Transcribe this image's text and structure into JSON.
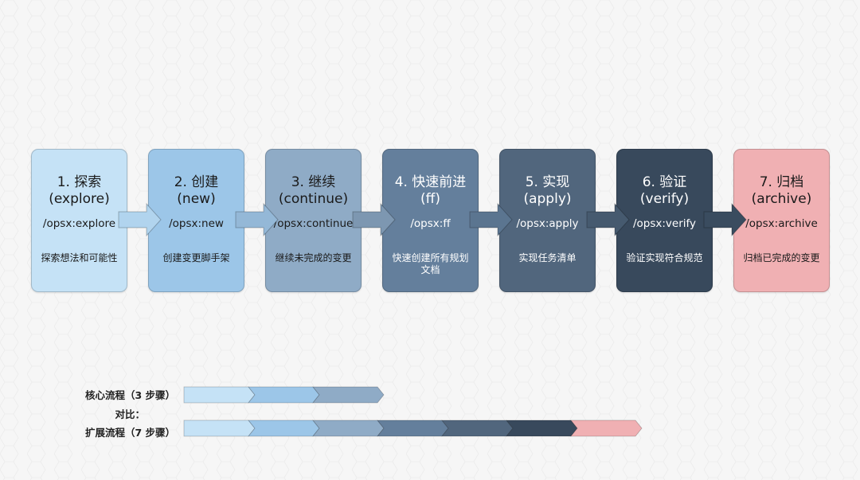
{
  "colors": {
    "background": "#f6f6f6",
    "grid_line": "#ececec"
  },
  "steps": [
    {
      "title": "1. 探索\n(explore)",
      "command": "/opsx:explore",
      "description": "探索想法和可能性",
      "fill": "#c5e2f6",
      "text_color": "#1a1a1a"
    },
    {
      "title": "2. 创建\n(new)",
      "command": "/opsx:new",
      "description": "创建变更脚手架",
      "fill": "#9cc6e8",
      "text_color": "#1a1a1a"
    },
    {
      "title": "3. 继续\n(continue)",
      "command": "/opsx:continue",
      "description": "继续未完成的变更",
      "fill": "#8fabc6",
      "text_color": "#1a1a1a"
    },
    {
      "title": "4. 快速前进\n(ff)",
      "command": "/opsx:ff",
      "description": "快速创建所有规划文档",
      "fill": "#647f9c",
      "text_color": "#ffffff"
    },
    {
      "title": "5. 实现\n(apply)",
      "command": "/opsx:apply",
      "description": "实现任务清单",
      "fill": "#51667d",
      "text_color": "#ffffff"
    },
    {
      "title": "6. 验证\n(verify)",
      "command": "/opsx:verify",
      "description": "验证实现符合规范",
      "fill": "#38495c",
      "text_color": "#ffffff"
    },
    {
      "title": "7. 归档\n(archive)",
      "command": "/opsx:archive",
      "description": "归档已完成的变更",
      "fill": "#f0b0b3",
      "text_color": "#1a1a1a"
    }
  ],
  "arrows": [
    {
      "fill": "#b1d4ee"
    },
    {
      "fill": "#94b8d7"
    },
    {
      "fill": "#7d97b1"
    },
    {
      "fill": "#5b7590"
    },
    {
      "fill": "#465a6f"
    },
    {
      "fill": "#3a4c5f"
    }
  ],
  "comparison": {
    "core_label": "核心流程（3 步骤）",
    "vs_label": "对比：",
    "extended_label": "扩展流程（7 步骤）"
  }
}
